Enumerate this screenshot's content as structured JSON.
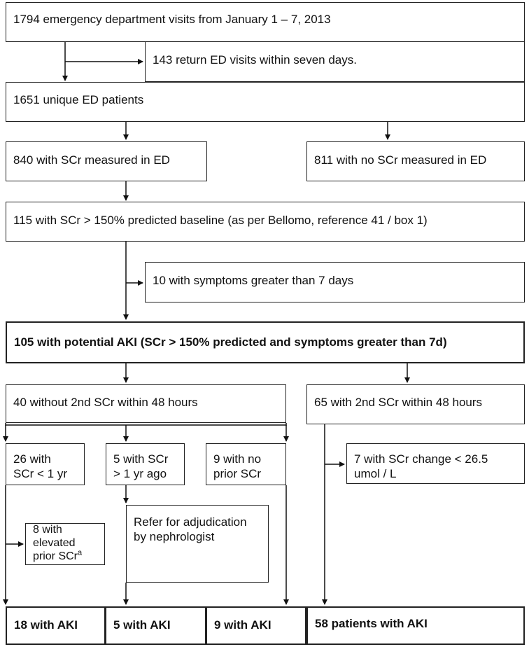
{
  "nodes": {
    "visits": "1794 emergency department visits from January 1 – 7, 2013",
    "returns": "143 return ED visits within seven days.",
    "unique": "1651 unique ED patients",
    "scr_measured": "840 with SCr measured in ED",
    "no_scr": "811 with no SCr measured in ED",
    "scr_150": "115 with SCr > 150% predicted baseline (as per Bellomo, reference 41 / box 1)",
    "symptoms_excl": "10 with symptoms greater than 7 days",
    "potential_aki": "105 with potential AKI (SCr > 150% predicted and symptoms greater than 7d)",
    "without_2nd": "40 without 2nd SCr within 48 hours",
    "with_2nd": "65 with 2nd SCr within 48 hours",
    "scr_lt_1yr": "26 with\nSCr < 1 yr",
    "scr_gt_1yr": "5 with SCr\n> 1 yr ago",
    "no_prior": "9 with no\nprior SCr",
    "scr_change": "7 with SCr change < 26.5\numol / L",
    "elevated_prior": "8 with\nelevated\nprior SCr",
    "elevated_prior_sup": "a",
    "refer": "Refer for adjudication\nby nephrologist",
    "aki_18": "18 with AKI",
    "aki_5": "5 with AKI",
    "aki_9": "9 with AKI",
    "aki_58": "58 patients with AKI"
  }
}
